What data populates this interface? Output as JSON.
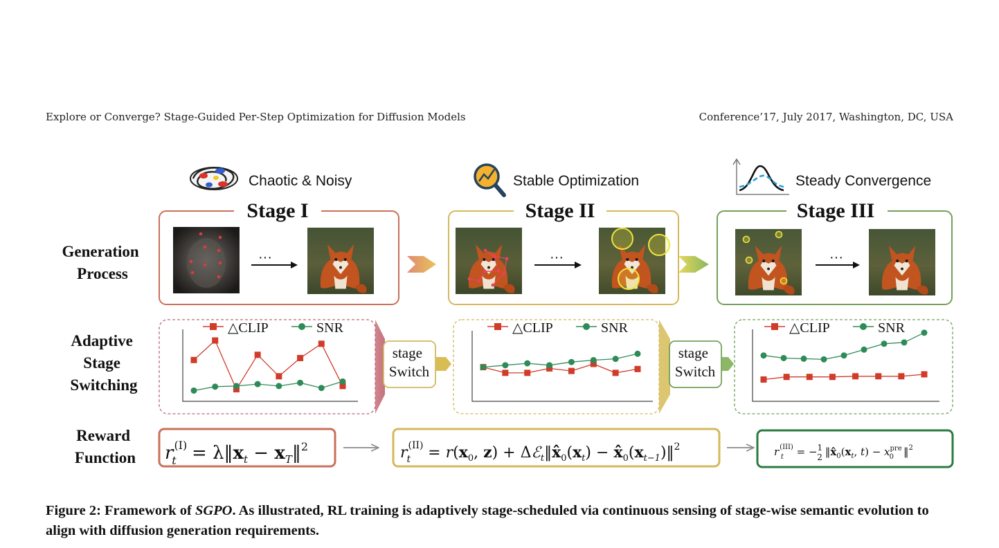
{
  "header": {
    "left": "Explore or Converge? Stage-Guided Per-Step Optimization for Diffusion Models",
    "right": "Conference’17, July 2017, Washington, DC, USA"
  },
  "colors": {
    "stage1": "#c9705a",
    "stage2": "#d4b85e",
    "stage3": "#74a05a",
    "reward3": "#2a7a3e",
    "clip": "#d13b2a",
    "snr": "#2e8b57"
  },
  "rows": {
    "generation": [
      "Generation",
      "Process"
    ],
    "switching": [
      "Adaptive",
      "Stage",
      "Switching"
    ],
    "reward": [
      "Reward",
      "Function"
    ]
  },
  "stages": [
    {
      "icon": "scribble-icon",
      "desc": "Chaotic & Noisy",
      "title": "Stage I"
    },
    {
      "icon": "magnifier-chart-icon",
      "desc": "Stable Optimization",
      "title": "Stage II"
    },
    {
      "icon": "bell-curve-icon",
      "desc": "Steady Convergence",
      "title": "Stage III"
    }
  ],
  "ellipsis": "···",
  "switch_label": [
    "stage",
    "Switch"
  ],
  "legend": {
    "clip": "△CLIP",
    "snr": "SNR"
  },
  "chart_data": [
    {
      "type": "line",
      "title": "",
      "xlabel": "",
      "ylabel": "",
      "x": [
        1,
        2,
        3,
        4,
        5,
        6,
        7,
        8
      ],
      "series": [
        {
          "name": "△CLIP",
          "values": [
            0.55,
            0.85,
            0.1,
            0.63,
            0.3,
            0.58,
            0.8,
            0.15
          ]
        },
        {
          "name": "SNR",
          "values": [
            0.08,
            0.14,
            0.15,
            0.18,
            0.15,
            0.2,
            0.12,
            0.22
          ]
        }
      ],
      "ylim": [
        0,
        1
      ]
    },
    {
      "type": "line",
      "title": "",
      "xlabel": "",
      "ylabel": "",
      "x": [
        1,
        2,
        3,
        4,
        5,
        6,
        7,
        8
      ],
      "series": [
        {
          "name": "△CLIP",
          "values": [
            0.45,
            0.36,
            0.36,
            0.43,
            0.39,
            0.5,
            0.36,
            0.42
          ]
        },
        {
          "name": "SNR",
          "values": [
            0.45,
            0.48,
            0.51,
            0.48,
            0.53,
            0.56,
            0.58,
            0.66
          ]
        }
      ],
      "ylim": [
        0,
        1
      ]
    },
    {
      "type": "line",
      "title": "",
      "xlabel": "",
      "ylabel": "",
      "x": [
        1,
        2,
        3,
        4,
        5,
        6,
        7,
        8,
        9,
        10
      ],
      "series": [
        {
          "name": "△CLIP",
          "values": [
            0.25,
            0.29,
            0.29,
            0.29,
            0.3,
            0.3,
            0.3,
            0.33
          ]
        },
        {
          "name": "SNR",
          "values": [
            0.62,
            0.58,
            0.57,
            0.56,
            0.62,
            0.71,
            0.8,
            0.82,
            0.97
          ]
        }
      ],
      "ylim": [
        0,
        1
      ]
    }
  ],
  "caption": {
    "prefix": "Figure 2: Framework of ",
    "name": "SGPO",
    "suffix": ". As illustrated, RL training is adaptively stage-scheduled via continuous sensing of stage-wise semantic evolution to align with diffusion generation requirements."
  }
}
